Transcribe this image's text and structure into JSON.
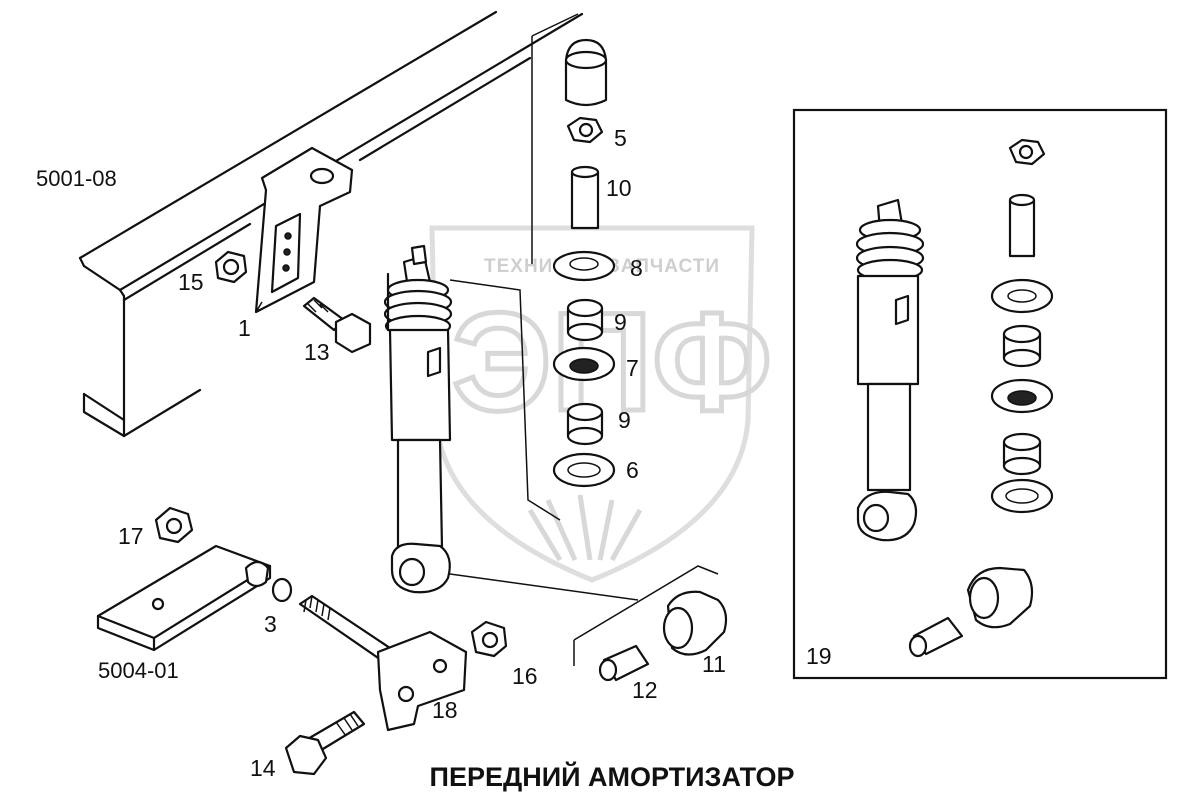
{
  "title": "ПЕРЕДНИЙ АМОРТИЗАТОР",
  "references": {
    "frame": "5001-08",
    "spring": "5004-01"
  },
  "watermark": {
    "text": "ТЕХНИКА И ЗАПЧАСТИ",
    "letters": "ЭПФ"
  },
  "parts": {
    "p1": "1",
    "p3": "3",
    "p5": "5",
    "p6": "6",
    "p7": "7",
    "p8": "8",
    "p9a": "9",
    "p9b": "9",
    "p10": "10",
    "p11": "11",
    "p12": "12",
    "p13": "13",
    "p14": "14",
    "p15": "15",
    "p16": "16",
    "p17": "17",
    "p18": "18",
    "p19": "19"
  },
  "colors": {
    "line": "#111111",
    "watermark": "#d0d0d0",
    "background": "#ffffff"
  }
}
